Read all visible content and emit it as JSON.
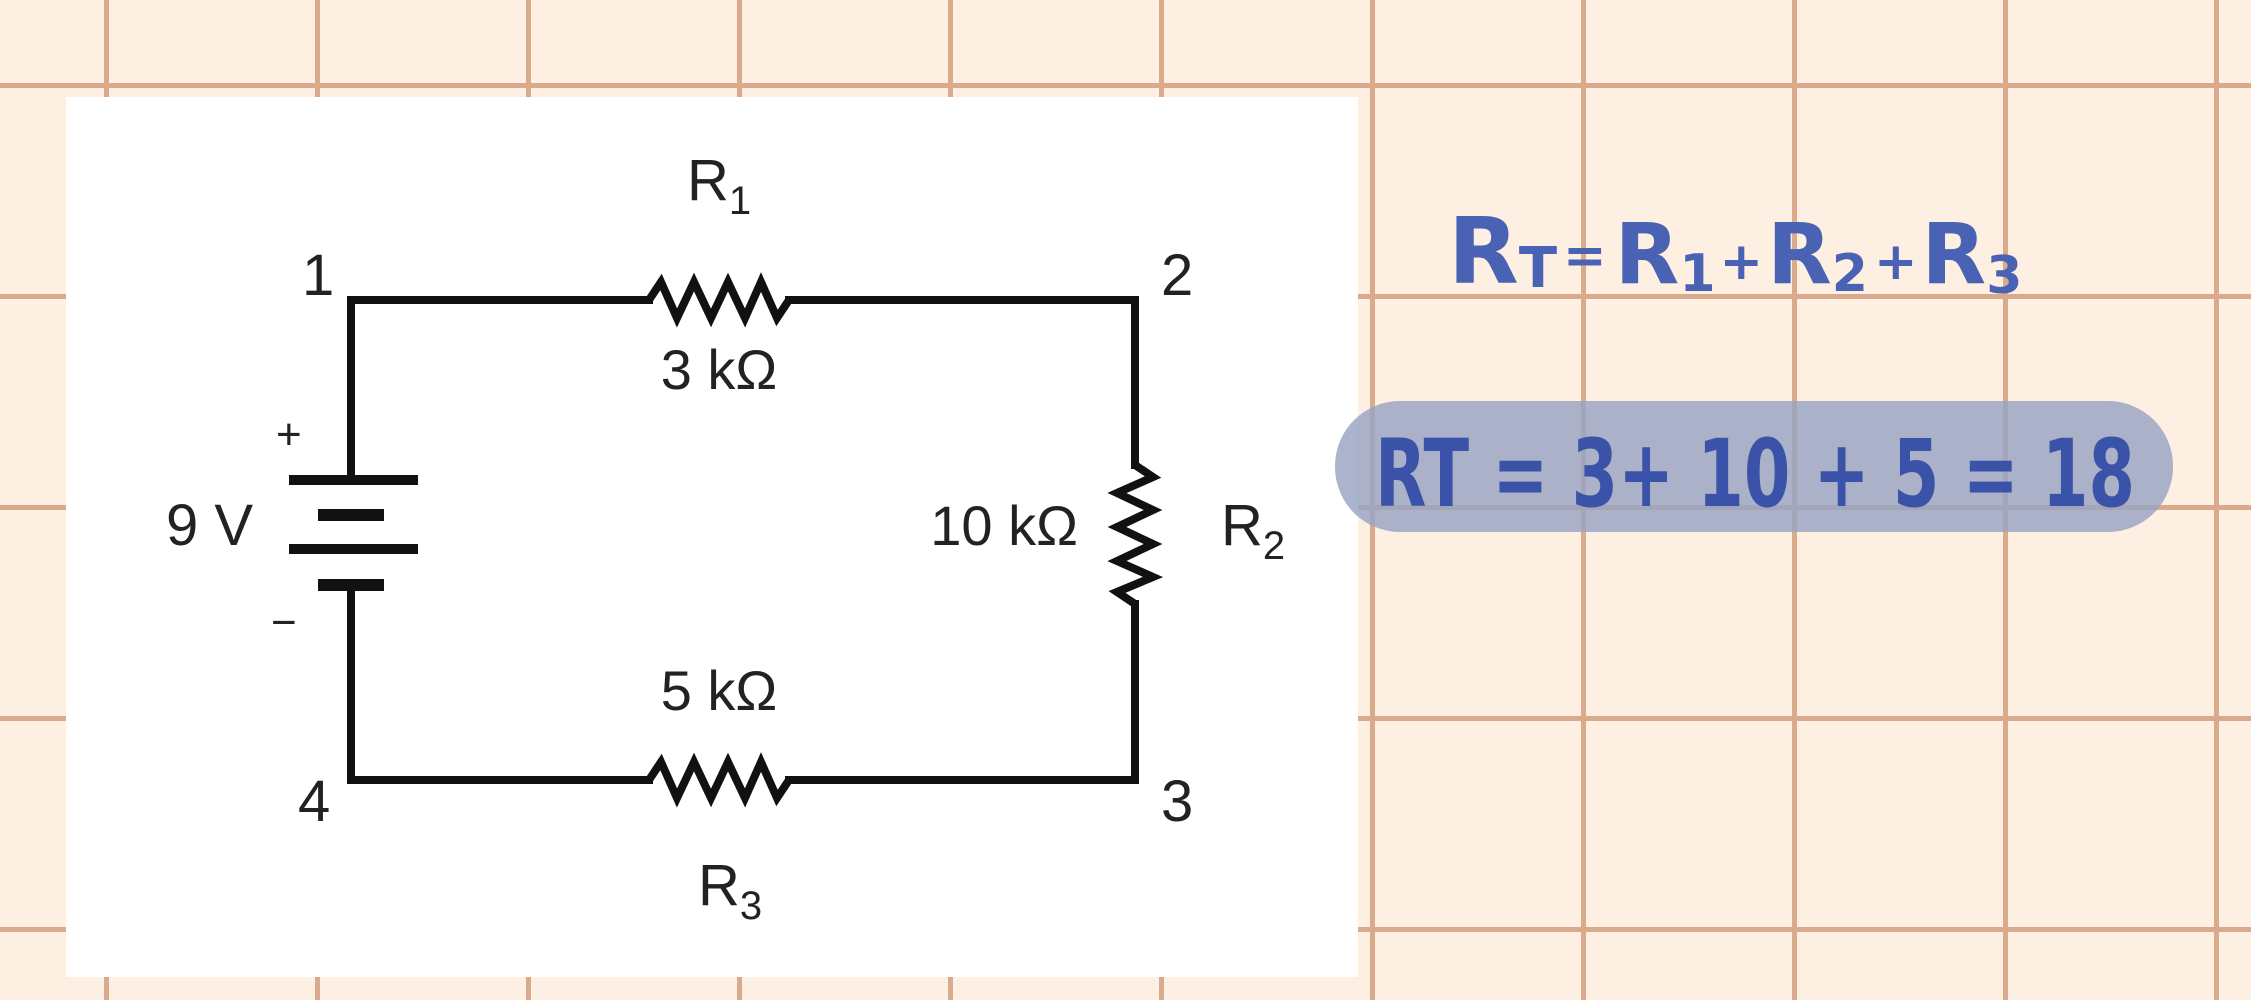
{
  "circuit": {
    "source_voltage": "9 V",
    "polarity_plus": "+",
    "polarity_minus": "−",
    "nodes": [
      "1",
      "2",
      "3",
      "4"
    ],
    "r1": {
      "name_main": "R",
      "name_sub": "1",
      "value": "3 kΩ"
    },
    "r2": {
      "name_main": "R",
      "name_sub": "2",
      "value": "10 kΩ"
    },
    "r3": {
      "name_main": "R",
      "name_sub": "3",
      "value": "5 kΩ"
    }
  },
  "notes": {
    "formula": {
      "lhs_main": "R",
      "lhs_sub": "T",
      "equals": "=",
      "t1_main": "R",
      "t1_sub": "1",
      "plus1": "+",
      "t2_main": "R",
      "t2_sub": "2",
      "plus2": "+",
      "t3_main": "R",
      "t3_sub": "3"
    },
    "calculation": "RT = 3+ 10 + 5 = 18",
    "highlight_color": "#97a3c2",
    "ink_color": "#4a62b3"
  }
}
